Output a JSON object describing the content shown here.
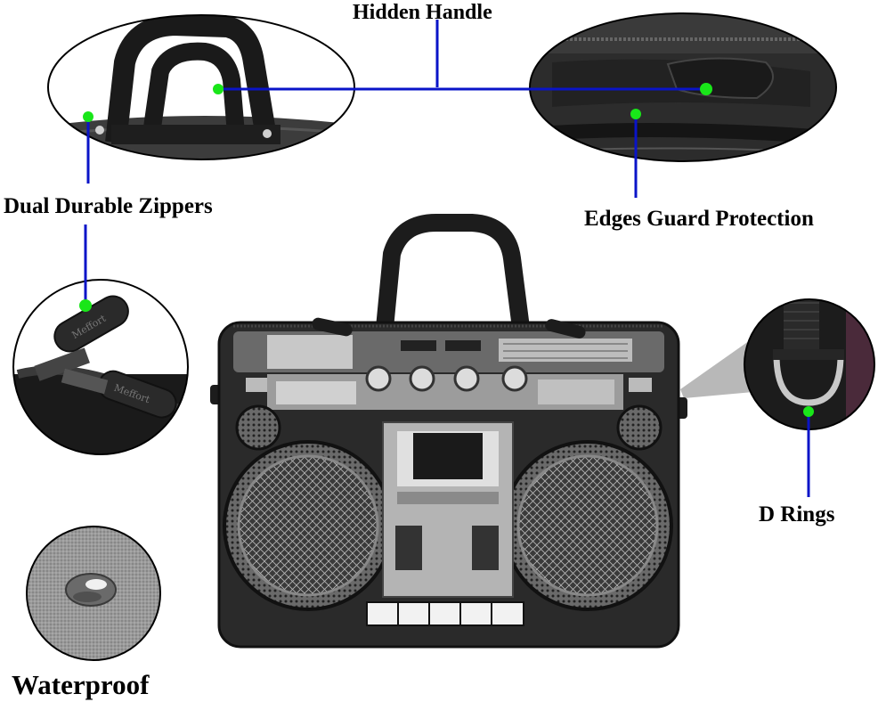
{
  "callouts": {
    "hidden_handle": "Hidden Handle",
    "dual_zippers": "Dual Durable Zippers",
    "edges_guard": "Edges Guard Protection",
    "d_rings": "D Rings",
    "waterproof": "Waterproof"
  },
  "zipper_brand": "Meffort",
  "colors": {
    "callout_line": "#0a14c8",
    "marker_dot": "#19e619",
    "bag_body": "#2a2a2a",
    "print_light": "#c8c8c8"
  },
  "icons": [
    "boombox-print",
    "handle",
    "zipper-pull",
    "d-ring",
    "water-drop"
  ]
}
